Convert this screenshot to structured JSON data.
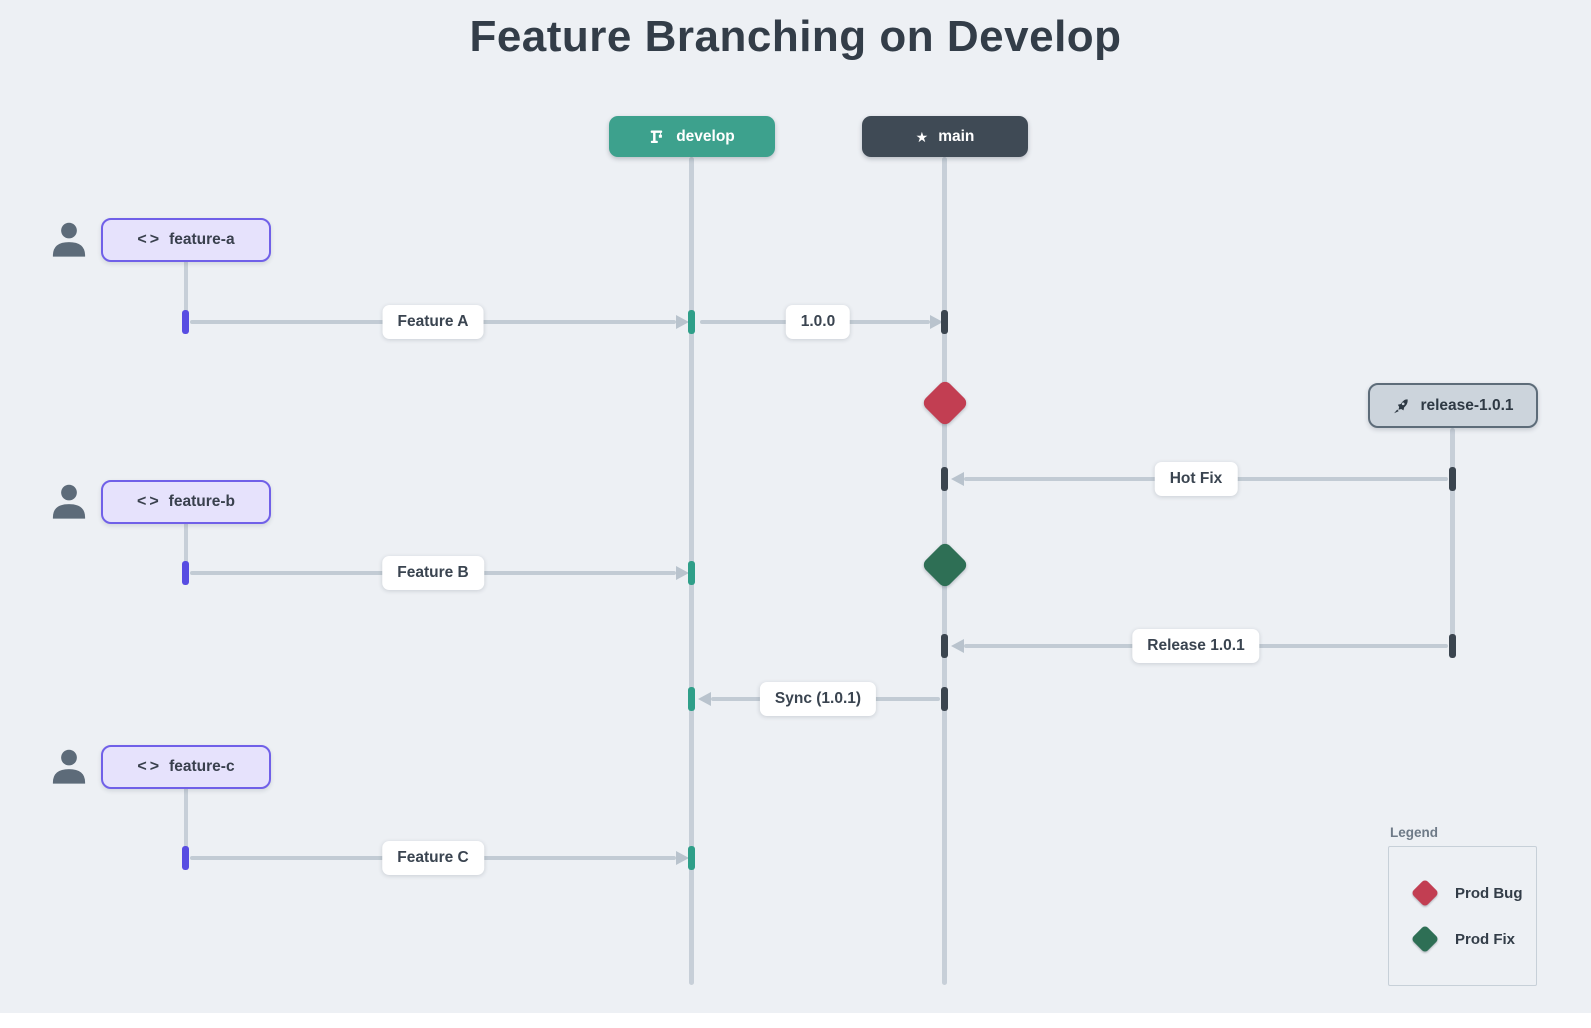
{
  "title": "Feature Branching on Develop",
  "branches": {
    "develop": {
      "label": "develop",
      "icon": "crane-icon",
      "color": "#3da18d"
    },
    "main": {
      "label": "main",
      "icon": "star-icon",
      "color": "#3f4a55"
    },
    "release": {
      "label": "release-1.0.1",
      "icon": "rocket-icon",
      "color": "#ccd4dc"
    }
  },
  "features": [
    {
      "label": "feature-a",
      "icon": "code-icon"
    },
    {
      "label": "feature-b",
      "icon": "code-icon"
    },
    {
      "label": "feature-c",
      "icon": "code-icon"
    }
  ],
  "arrows": [
    {
      "label": "Feature A",
      "from": "feature-a",
      "to": "develop"
    },
    {
      "label": "1.0.0",
      "from": "develop",
      "to": "main"
    },
    {
      "label": "Hot Fix",
      "from": "release-1.0.1",
      "to": "main"
    },
    {
      "label": "Feature B",
      "from": "feature-b",
      "to": "develop"
    },
    {
      "label": "Release 1.0.1",
      "from": "release-1.0.1",
      "to": "main"
    },
    {
      "label": "Sync (1.0.1)",
      "from": "main",
      "to": "develop"
    },
    {
      "label": "Feature C",
      "from": "feature-c",
      "to": "develop"
    }
  ],
  "markers": [
    {
      "shape": "diamond",
      "color": "#c23e52",
      "meaning": "Prod Bug",
      "on": "main"
    },
    {
      "shape": "diamond",
      "color": "#2e6f55",
      "meaning": "Prod Fix",
      "on": "main"
    }
  ],
  "legend": {
    "title": "Legend",
    "items": [
      {
        "label": "Prod Bug",
        "color": "#c23e52"
      },
      {
        "label": "Prod Fix",
        "color": "#2e6f55"
      }
    ]
  }
}
